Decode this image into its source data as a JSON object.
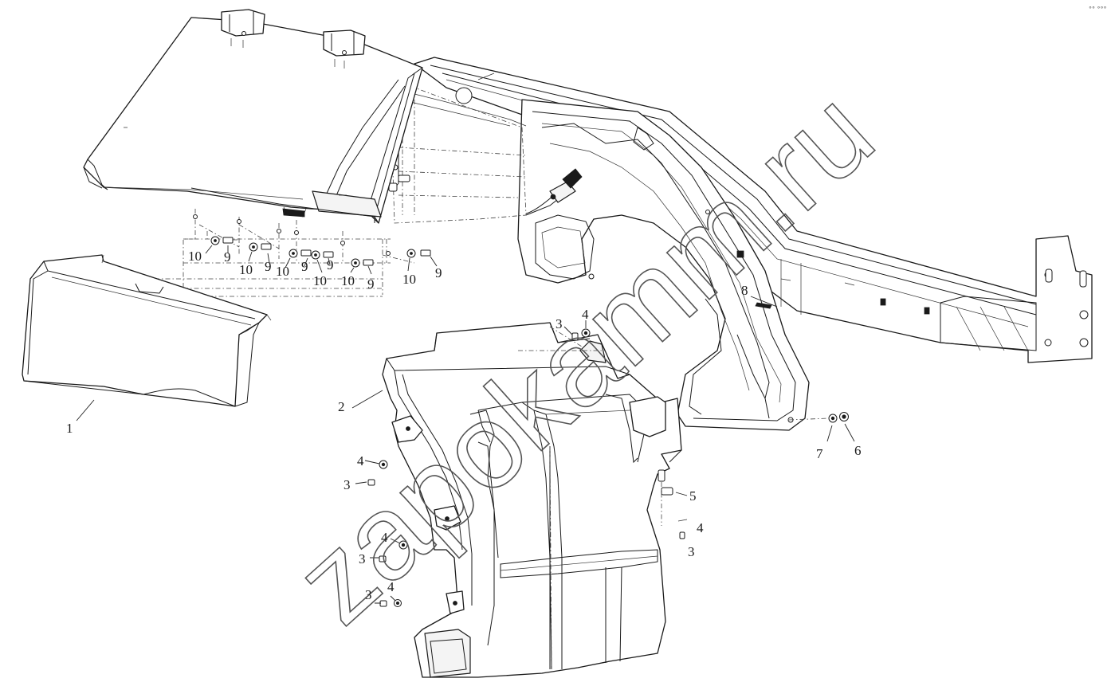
{
  "watermark": "zapokamm.ru",
  "corner_mark": "°° °°°",
  "callouts": {
    "c1": "1",
    "c2": "2",
    "c3a": "3",
    "c3b": "3",
    "c3c": "3",
    "c3d": "3",
    "c3e": "3",
    "c4a": "4",
    "c4b": "4",
    "c4c": "4",
    "c4d": "4",
    "c4e": "4",
    "c5": "5",
    "c6": "6",
    "c7": "7",
    "c8": "8",
    "c9a": "9",
    "c9b": "9",
    "c9c": "9",
    "c9d": "9",
    "c9e": "9",
    "c9f": "9",
    "c10a": "10",
    "c10b": "10",
    "c10c": "10",
    "c10d": "10",
    "c10e": "10",
    "c10f": "10"
  }
}
